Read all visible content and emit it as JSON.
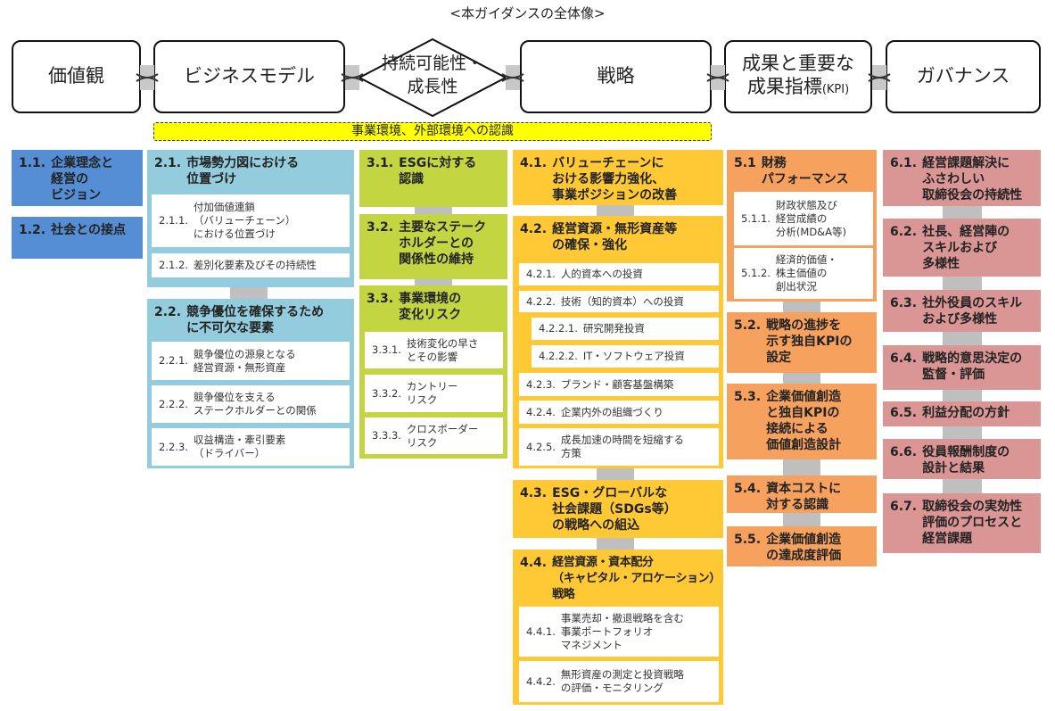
{
  "title": "<本ガイダンスの全体像>",
  "top": {
    "values": "価値観",
    "business_model": "ビジネスモデル",
    "sustainability": "持続可能性・\n成長性",
    "strategy": "戦略",
    "results": "成果と重要な\n成果指標",
    "results_kpi": "(KPI)",
    "governance": "ガバナンス"
  },
  "environment": "事業環境、外部環境への認識",
  "col1": [
    {
      "num": "1.1.",
      "text": "企業理念と\n経営の\nビジョン"
    },
    {
      "num": "1.2.",
      "text": "社会との接点"
    }
  ],
  "col2": {
    "s21": {
      "num": "2.1.",
      "text": "市場勢力図における\n位置づけ"
    },
    "s211": {
      "num": "2.1.1.",
      "text": "付加価値連鎖\n（バリューチェーン）\nにおける位置づけ"
    },
    "s212": {
      "num": "2.1.2.",
      "text": "差別化要素及びその持続性"
    },
    "s22": {
      "num": "2.2.",
      "text": "競争優位を確保するため\nに不可欠な要素"
    },
    "s221": {
      "num": "2.2.1.",
      "text": "競争優位の源泉となる\n経営資源・無形資産"
    },
    "s222": {
      "num": "2.2.2.",
      "text": "競争優位を支える\nステークホルダーとの関係"
    },
    "s223": {
      "num": "2.2.3.",
      "text": "収益構造・牽引要素\n（ドライバー）"
    }
  },
  "col3": {
    "s31": {
      "num": "3.1.",
      "text": "ESGに対する\n認識"
    },
    "s32": {
      "num": "3.2.",
      "text": "主要なステーク\nホルダーとの\n関係性の維持"
    },
    "s33": {
      "num": "3.3.",
      "text": "事業環境の\n変化リスク"
    },
    "s331": {
      "num": "3.3.1.",
      "text": "技術変化の早さ\nとその影響"
    },
    "s332": {
      "num": "3.3.2.",
      "text": "カントリー\nリスク"
    },
    "s333": {
      "num": "3.3.3.",
      "text": "クロスボーダー\nリスク"
    }
  },
  "col4": {
    "s41": {
      "num": "4.1.",
      "text": "バリューチェーンに\nおける影響力強化、\n事業ポジションの改善"
    },
    "s42": {
      "num": "4.2.",
      "text": "経営資源・無形資産等\nの確保・強化"
    },
    "s421": {
      "num": "4.2.1.",
      "text": "人的資本への投資"
    },
    "s422": {
      "num": "4.2.2.",
      "text": "技術（知的資本）への投資"
    },
    "s4221": {
      "num": "4.2.2.1.",
      "text": "研究開発投資"
    },
    "s4222": {
      "num": "4.2.2.2.",
      "text": "IT・ソフトウェア投資"
    },
    "s423": {
      "num": "4.2.3.",
      "text": "ブランド・顧客基盤構築"
    },
    "s424": {
      "num": "4.2.4.",
      "text": "企業内外の組織づくり"
    },
    "s425": {
      "num": "4.2.5.",
      "text": "成長加速の時間を短縮する\n方策"
    },
    "s43": {
      "num": "4.3.",
      "text": "ESG・グローバルな\n社会課題（SDGs等）\nの戦略への組込"
    },
    "s44": {
      "num": "4.4.",
      "text": "経営資源・資本配分\n（キャピタル・アロケーション）\n戦略"
    },
    "s441": {
      "num": "4.4.1.",
      "text": "事業売却・撤退戦略を含む\n事業ポートフォリオ\nマネジメント"
    },
    "s442": {
      "num": "4.4.2.",
      "text": "無形資産の測定と投資戦略\nの評価・モニタリング"
    }
  },
  "col5": {
    "s51": {
      "num": "5.1",
      "text": "財務\nパフォーマンス"
    },
    "s511": {
      "num": "5.1.1.",
      "text": "財政状態及び\n経営成績の\n分析(MD&A等)"
    },
    "s512": {
      "num": "5.1.2.",
      "text": "経済的価値・\n株主価値の\n創出状況"
    },
    "s52": {
      "num": "5.2.",
      "text": "戦略の進捗を\n示す独自KPIの\n設定"
    },
    "s53": {
      "num": "5.3.",
      "text": "企業価値創造\nと独自KPIの\n接続による\n価値創造設計"
    },
    "s54": {
      "num": "5.4.",
      "text": "資本コストに\n対する認識"
    },
    "s55": {
      "num": "5.5.",
      "text": "企業価値創造\nの達成度評価"
    }
  },
  "col6": [
    {
      "num": "6.1.",
      "text": "経営課題解決に\nふさわしい\n取締役会の持続性"
    },
    {
      "num": "6.2.",
      "text": "社長、経営陣の\nスキルおよび\n多様性"
    },
    {
      "num": "6.3.",
      "text": "社外役員のスキル\nおよび多様性"
    },
    {
      "num": "6.4.",
      "text": "戦略的意思決定の\n監督・評価"
    },
    {
      "num": "6.5.",
      "text": "利益分配の方針"
    },
    {
      "num": "6.6.",
      "text": "役員報酬制度の\n設計と結果"
    },
    {
      "num": "6.7.",
      "text": "取締役会の実効性\n評価のプロセスと\n経営課題"
    }
  ],
  "colors": {
    "blue": "#558ed5",
    "light_blue": "#93cddd",
    "green": "#c3d641",
    "yellow": "#ffc935",
    "orange": "#f6a15e",
    "pink": "#d99694",
    "connector": "#bfbfbf",
    "env": "#ffff00"
  }
}
